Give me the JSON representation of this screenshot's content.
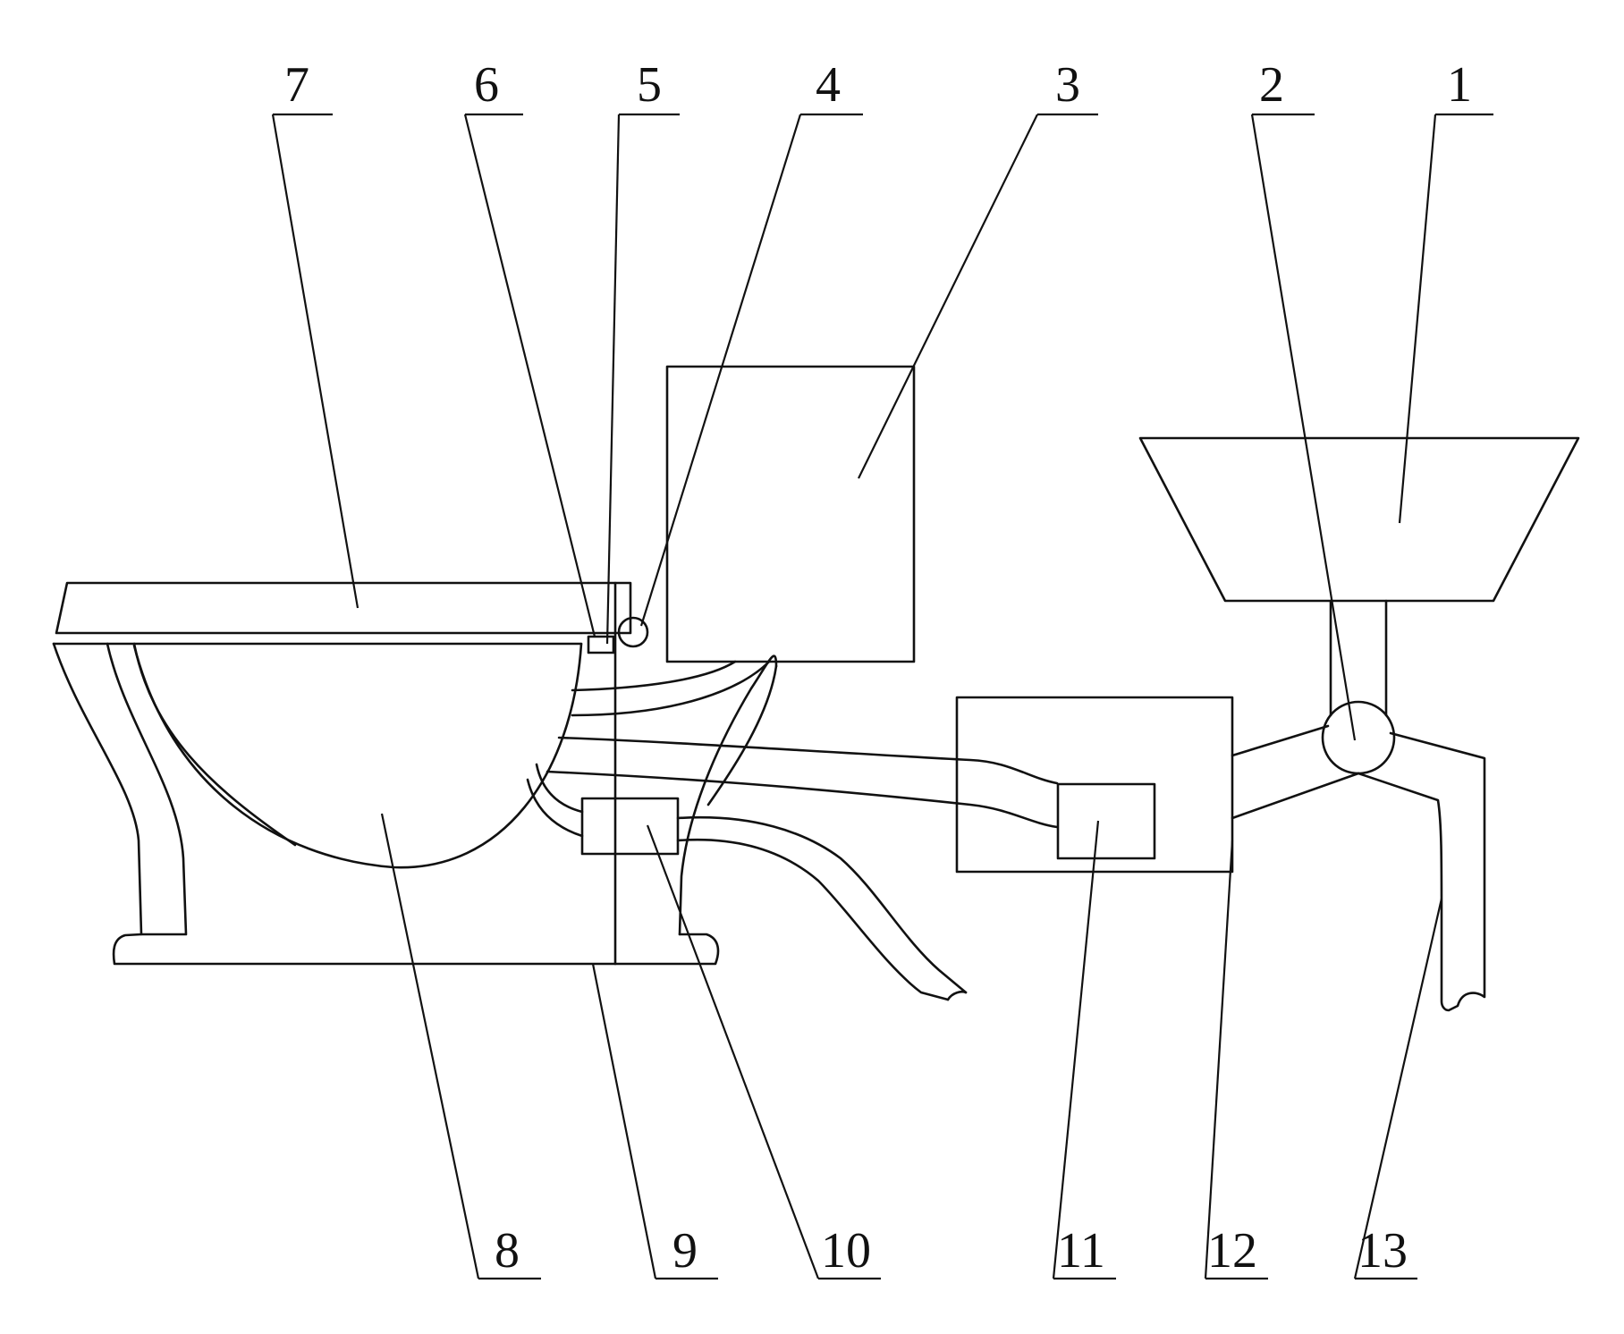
{
  "figure": {
    "labels": [
      "1",
      "2",
      "3",
      "4",
      "5",
      "6",
      "7",
      "8",
      "9",
      "10",
      "11",
      "12",
      "13"
    ]
  },
  "colors": {
    "line": "#111111",
    "background": "#ffffff"
  }
}
